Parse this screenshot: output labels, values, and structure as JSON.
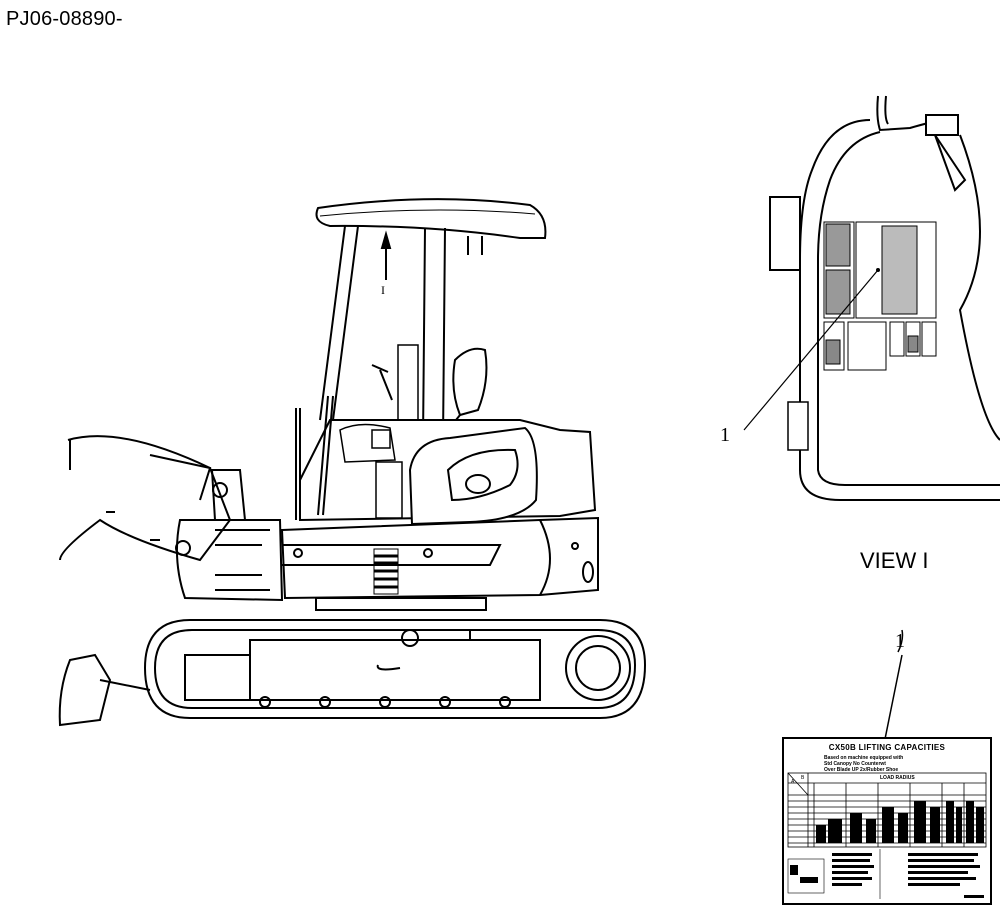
{
  "header": {
    "part_number": "PJ06-08890-"
  },
  "view": {
    "label": "VIEW I",
    "arrow_marker": "I"
  },
  "callouts": {
    "decal_in_view": "1",
    "decal_detail": "1"
  },
  "decal": {
    "title": "CX50B LIFTING CAPACITIES",
    "subtitle_lines": [
      "Based on machine equipped with",
      "Std   Canopy  No Counterwt",
      "Over Blade UP  2x/Rubber Shoe"
    ],
    "table_header": "LOAD RADIUS",
    "corner_labels": [
      "A",
      "B"
    ]
  },
  "colors": {
    "line": "#000000",
    "background": "#ffffff"
  }
}
